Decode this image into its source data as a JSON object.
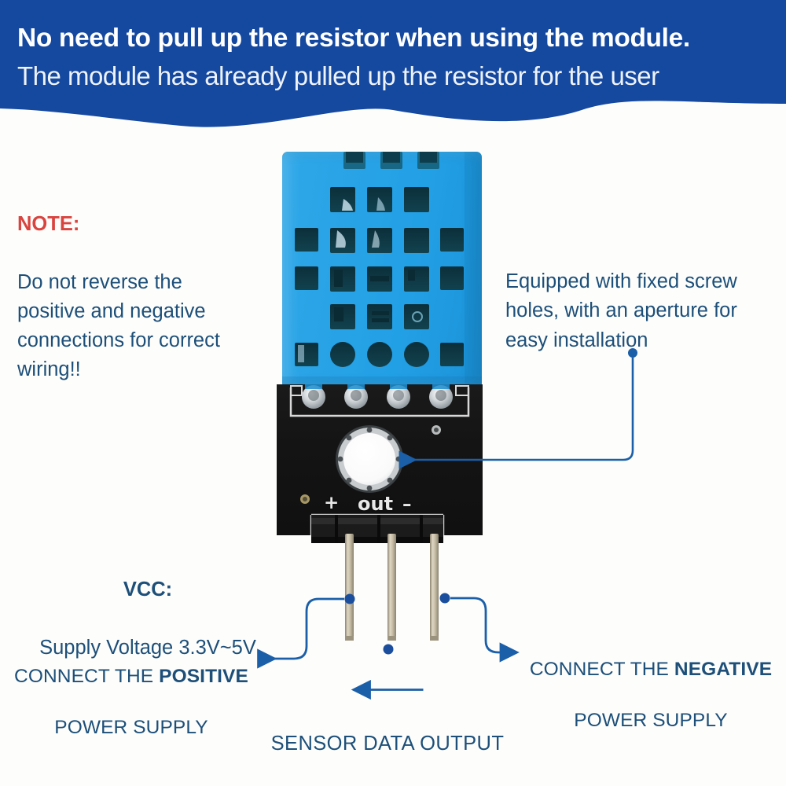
{
  "banner": {
    "line1": "No need to pull up the resistor when using the module.",
    "line2": "The module has already pulled up the resistor for the user",
    "bg_color": "#15489f",
    "text_color": "#ffffff"
  },
  "annotations": {
    "note": {
      "heading": "NOTE:",
      "heading_color": "#d9443f",
      "body": "Do not reverse the\npositive and negative\nconnections for correct\nwiring!!"
    },
    "screw_holes": {
      "text": "Equipped with fixed screw\nholes, with an aperture for\neasy installation"
    },
    "vcc": {
      "heading": "VCC:",
      "body": "Supply Voltage 3.3V~5V"
    },
    "positive": {
      "prefix": "CONNECT THE ",
      "emphasis": "POSITIVE",
      "line2": "POWER SUPPLY"
    },
    "negative": {
      "prefix": "CONNECT THE ",
      "emphasis": "NEGATIVE",
      "line2": "POWER SUPPLY"
    },
    "sensor_output": {
      "text": "SENSOR DATA OUTPUT"
    }
  },
  "device": {
    "silkscreen": {
      "plus": "+",
      "out": "out",
      "minus": "–"
    },
    "colors": {
      "grille_blue": "#25a2e5",
      "pcb_black": "#141414",
      "pin_gold": "#cfc4aa",
      "annotation_blue": "#1d4f79",
      "connector_blue": "#1b5fa8"
    }
  }
}
